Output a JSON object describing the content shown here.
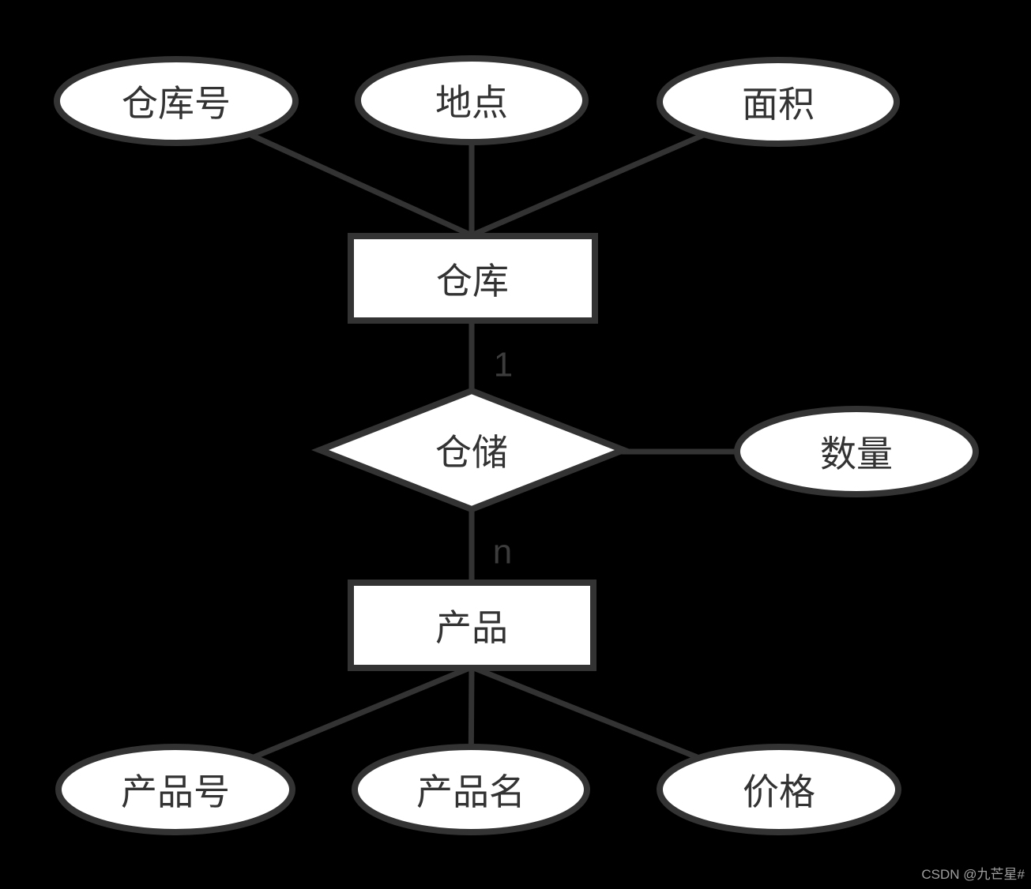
{
  "diagram": {
    "nodes": {
      "warehouse_no": {
        "label": "仓库号"
      },
      "location": {
        "label": "地点"
      },
      "area": {
        "label": "面积"
      },
      "warehouse": {
        "label": "仓库"
      },
      "storage": {
        "label": "仓储"
      },
      "quantity": {
        "label": "数量"
      },
      "product": {
        "label": "产品"
      },
      "product_no": {
        "label": "产品号"
      },
      "product_name": {
        "label": "产品名"
      },
      "price": {
        "label": "价格"
      }
    },
    "cardinality": {
      "warehouse_side": "1",
      "product_side": "n"
    },
    "watermark": "CSDN @九芒星#"
  },
  "colors": {
    "background": "#000000",
    "shape_fill": "#ffffff",
    "stroke": "#333333",
    "label_text": "#333333",
    "cardinality_text": "#3c3c3c",
    "watermark_text": "#9e9e9e"
  }
}
